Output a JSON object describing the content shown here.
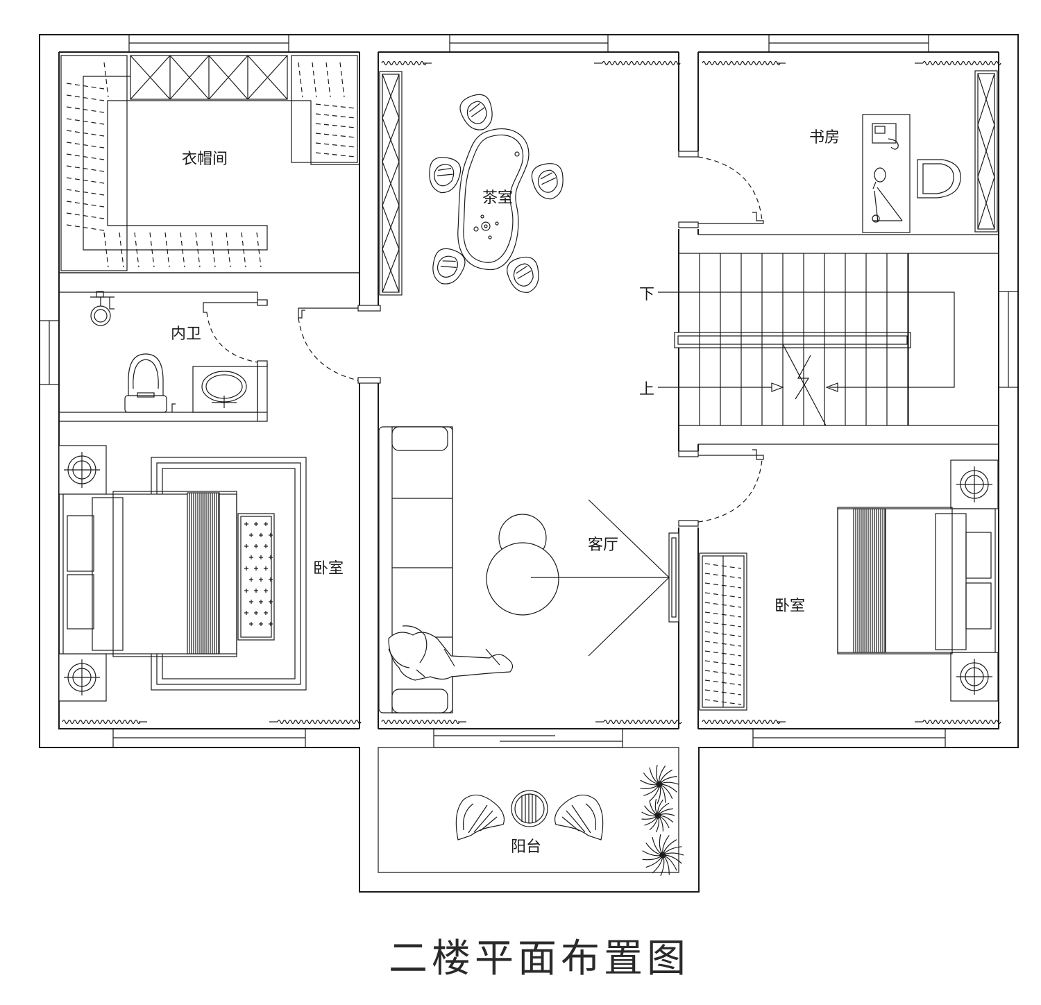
{
  "drawing": {
    "title": "二楼平面布置图",
    "rooms": {
      "walkin_closet": "衣帽间",
      "tea_room": "茶室",
      "study": "书房",
      "ensuite_bath": "内卫",
      "master_bedroom": "卧室",
      "living_room": "客厅",
      "second_bedroom": "卧室",
      "balcony": "阳台"
    },
    "stairs": {
      "down": "下",
      "up": "上"
    }
  }
}
